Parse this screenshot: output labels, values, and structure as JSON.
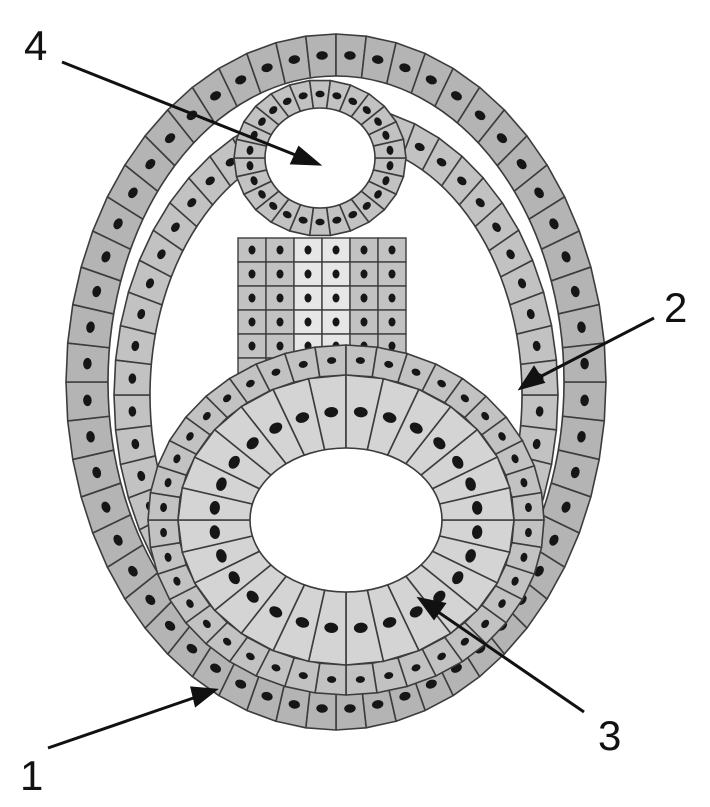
{
  "labels": {
    "l1": "1",
    "l2": "2",
    "l3": "3",
    "l4": "4"
  },
  "colors": {
    "cell_outer": "#b4b4b4",
    "cell_mid": "#c2c2c2",
    "cell_inner": "#d4d4d4",
    "cell_light": "#e6e6e6",
    "outline": "#3c3c3c",
    "nucleus": "#161616",
    "cavity": "#ffffff"
  }
}
